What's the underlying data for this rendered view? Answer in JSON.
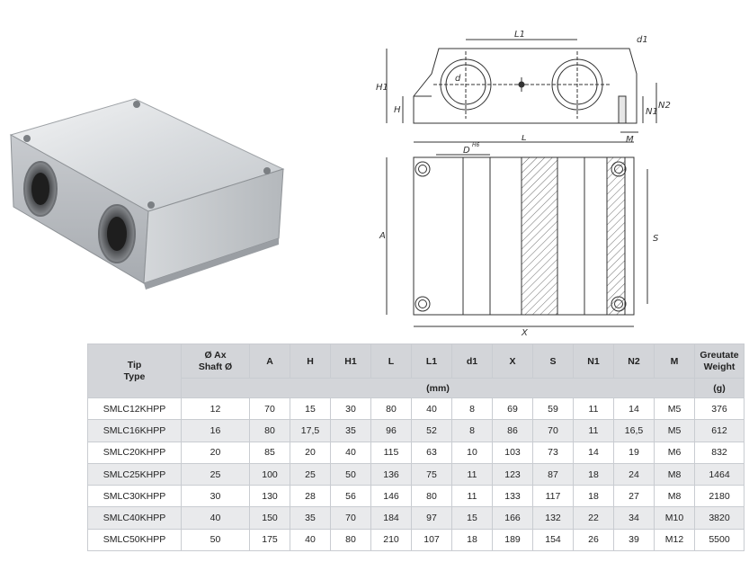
{
  "drawing": {
    "side_labels": {
      "L1": "L1",
      "d1": "d1",
      "H1": "H1",
      "H": "H",
      "d": "d",
      "N1": "N1",
      "N2": "N2",
      "M": "M"
    },
    "top_labels": {
      "L": "L",
      "D": "D",
      "tol": "H6",
      "A": "A",
      "S": "S",
      "X": "X"
    }
  },
  "table": {
    "headers": [
      {
        "line1": "Tip",
        "line2": "Type"
      },
      {
        "line1": "Ø Ax",
        "line2": "Shaft Ø"
      },
      {
        "line1": "A"
      },
      {
        "line1": "H"
      },
      {
        "line1": "H1"
      },
      {
        "line1": "L"
      },
      {
        "line1": "L1"
      },
      {
        "line1": "d1"
      },
      {
        "line1": "X"
      },
      {
        "line1": "S"
      },
      {
        "line1": "N1"
      },
      {
        "line1": "N2"
      },
      {
        "line1": "M"
      },
      {
        "line1": "Greutate",
        "line2": "Weight"
      }
    ],
    "unit_mm": "(mm)",
    "unit_g": "(g)",
    "rows": [
      [
        "SMLC12KHPP",
        "12",
        "70",
        "15",
        "30",
        "80",
        "40",
        "8",
        "69",
        "59",
        "11",
        "14",
        "M5",
        "376"
      ],
      [
        "SMLC16KHPP",
        "16",
        "80",
        "17,5",
        "35",
        "96",
        "52",
        "8",
        "86",
        "70",
        "11",
        "16,5",
        "M5",
        "612"
      ],
      [
        "SMLC20KHPP",
        "20",
        "85",
        "20",
        "40",
        "115",
        "63",
        "10",
        "103",
        "73",
        "14",
        "19",
        "M6",
        "832"
      ],
      [
        "SMLC25KHPP",
        "25",
        "100",
        "25",
        "50",
        "136",
        "75",
        "11",
        "123",
        "87",
        "18",
        "24",
        "M8",
        "1464"
      ],
      [
        "SMLC30KHPP",
        "30",
        "130",
        "28",
        "56",
        "146",
        "80",
        "11",
        "133",
        "117",
        "18",
        "27",
        "M8",
        "2180"
      ],
      [
        "SMLC40KHPP",
        "40",
        "150",
        "35",
        "70",
        "184",
        "97",
        "15",
        "166",
        "132",
        "22",
        "34",
        "M10",
        "3820"
      ],
      [
        "SMLC50KHPP",
        "50",
        "175",
        "40",
        "80",
        "210",
        "107",
        "18",
        "189",
        "154",
        "26",
        "39",
        "M12",
        "5500"
      ]
    ]
  }
}
